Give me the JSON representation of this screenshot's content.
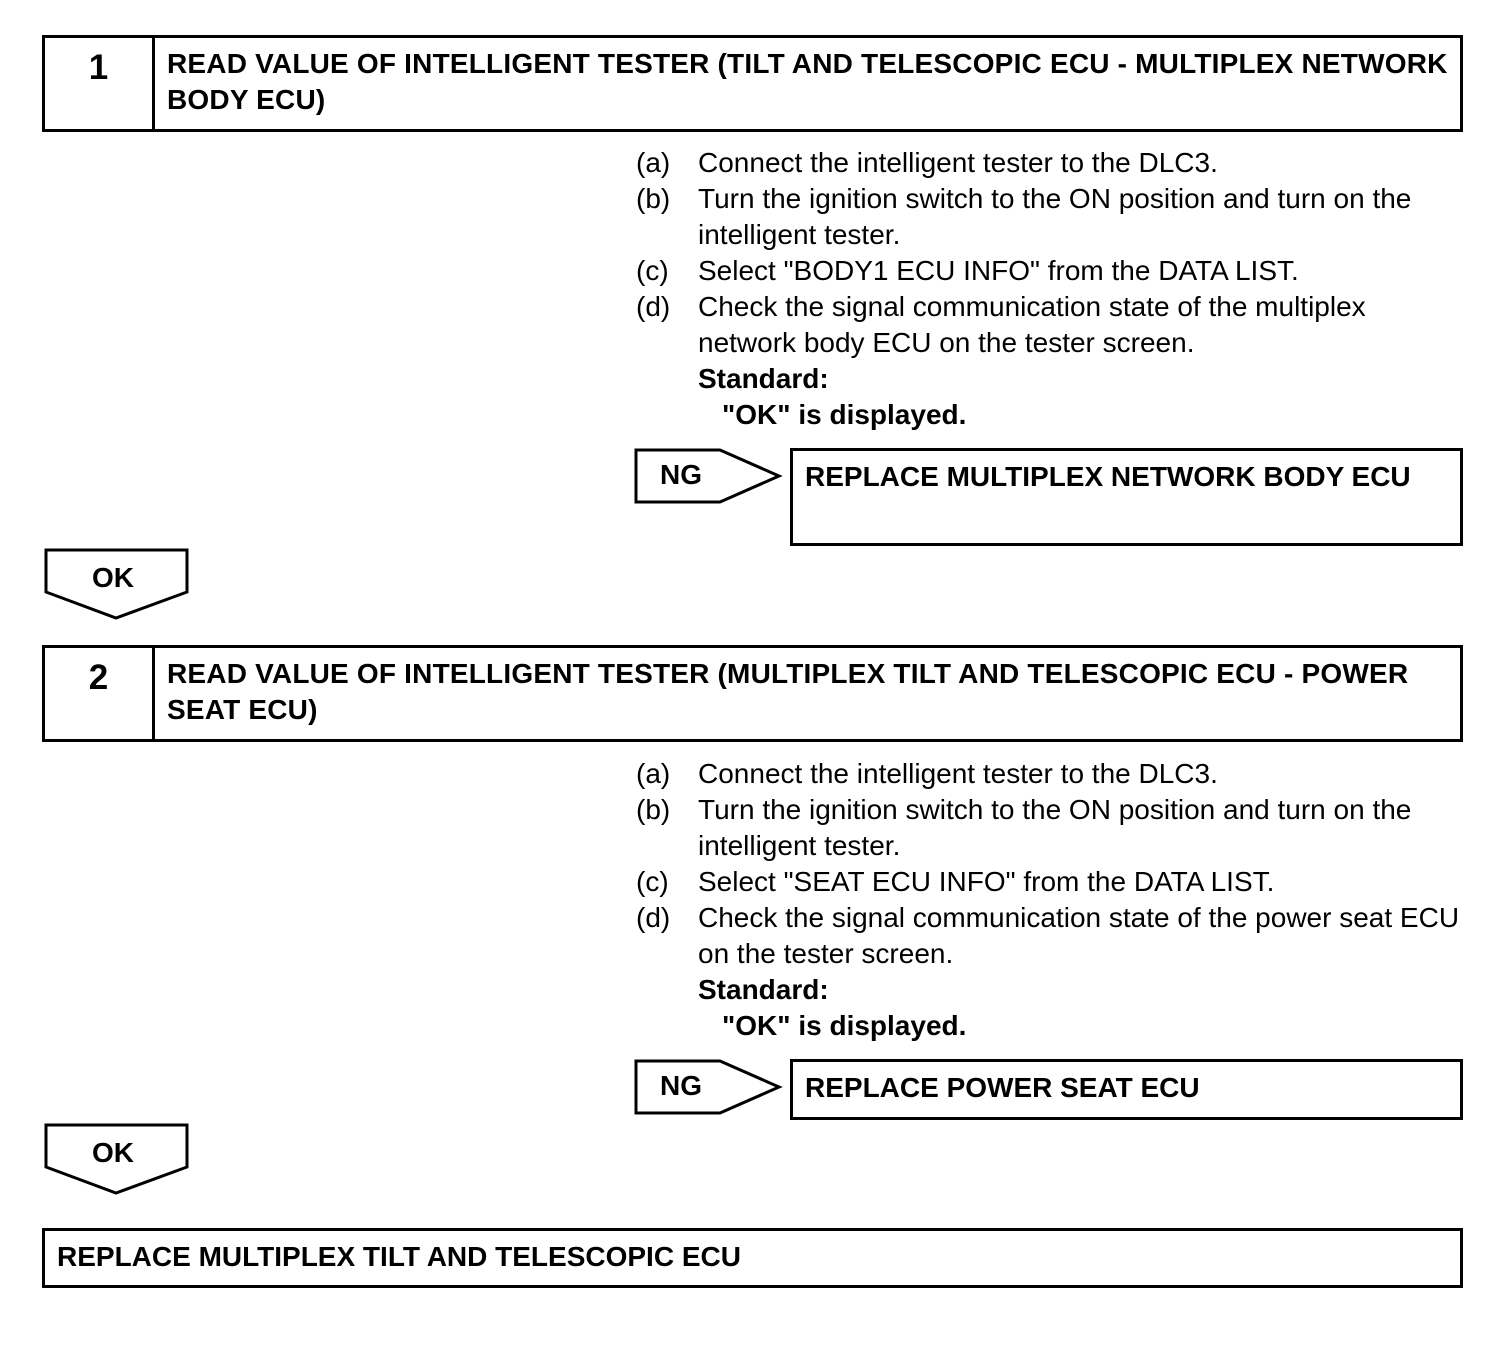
{
  "step1": {
    "number": "1",
    "title": "READ VALUE OF INTELLIGENT TESTER (TILT AND TELESCOPIC ECU - MULTIPLEX NETWORK BODY ECU)",
    "instructions": [
      {
        "label": "(a)",
        "text": "Connect the intelligent tester to the DLC3."
      },
      {
        "label": "(b)",
        "text": "Turn the ignition switch to the ON position and turn on the intelligent tester."
      },
      {
        "label": "(c)",
        "text": "Select \"BODY1 ECU INFO\" from the DATA LIST."
      },
      {
        "label": "(d)",
        "text": "Check the signal communication state of the multiplex network body ECU on the tester screen."
      }
    ],
    "standard_label": "Standard:",
    "standard_value": "\"OK\" is displayed.",
    "ng_label": "NG",
    "ng_result": "REPLACE MULTIPLEX NETWORK BODY ECU",
    "ok_label": "OK"
  },
  "step2": {
    "number": "2",
    "title": "READ VALUE OF INTELLIGENT TESTER (MULTIPLEX TILT AND TELESCOPIC ECU - POWER SEAT ECU)",
    "instructions": [
      {
        "label": "(a)",
        "text": "Connect the intelligent tester to the DLC3."
      },
      {
        "label": "(b)",
        "text": "Turn the ignition switch to the ON position and turn on the intelligent tester."
      },
      {
        "label": "(c)",
        "text": "Select \"SEAT ECU INFO\" from the DATA LIST."
      },
      {
        "label": "(d)",
        "text": "Check the signal communication state of the power seat ECU on the tester screen."
      }
    ],
    "standard_label": "Standard:",
    "standard_value": "\"OK\" is displayed.",
    "ng_label": "NG",
    "ng_result": "REPLACE POWER SEAT ECU",
    "ok_label": "OK"
  },
  "final": {
    "text": "REPLACE MULTIPLEX TILT AND TELESCOPIC ECU"
  }
}
